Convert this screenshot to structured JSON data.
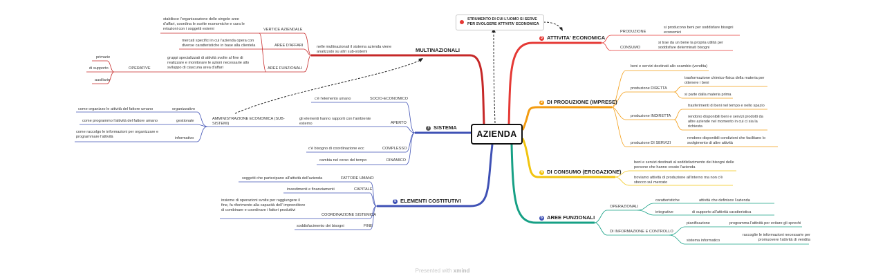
{
  "center_topic": "AZIENDA",
  "floating_topic": "STRUMENTO DI CUI L'UOMO SI SERVE PER SVOLGERE ATTIVITA' ECONOMICA",
  "footer": {
    "prefix": "Presented with",
    "brand": "xmind"
  },
  "colors": {
    "multinazionali": "#c62828",
    "sistema": "#3f51b5",
    "elementi": "#3f51b5",
    "economica": "#e53935",
    "produzione": "#f39c12",
    "consumo": "#f1c40f",
    "aree": "#16a085",
    "center_border": "#111111"
  },
  "branches": {
    "multinazionali": {
      "label": "MULTINAZIONALI",
      "desc": "nelle multinazionali il sistema azienda viene analizzato su altri sub-sistemi",
      "vertice": {
        "label": "VERTICE AZIENDALE",
        "desc": "stabilisce l'organizzazione delle singole aree d'affari, coordina le scelte economiche e cura le relazioni con i soggetti esterni"
      },
      "aree_affari": {
        "label": "AREE D'AFFARI",
        "desc": "mercati specifici in cui l'azienda opera con diverse caratteristiche in base alla clientela"
      },
      "aree_funzionali": {
        "label": "AREE FUNZIONALI",
        "desc": "gruppi specializzati di attività svolte al fine di realizzare e monitorare le azioni necessarie allo sviluppo di ciascuna area d'affari",
        "operative": {
          "label": "OPERATIVE",
          "items": [
            "primarie",
            "di supporto",
            "ausiliarie"
          ]
        }
      }
    },
    "sistema": {
      "number": "7",
      "label": "SISTEMA",
      "socio": {
        "label": "SOCIO-ECONOMICO",
        "desc": "c'è l'elemento umano"
      },
      "aperto": {
        "label": "APERTO",
        "desc": "gli elementi hanno rapporti con l'ambiente esterno"
      },
      "complesso": {
        "label": "COMPLESSO",
        "desc": "c'è bisogno di coordinazione ecc"
      },
      "dinamico": {
        "label": "DINAMICO",
        "desc": "cambia nel corso del tempo"
      },
      "amministrazione": {
        "label": "AMMINISTRAZIONE ECONOMICA (SUB-SISTEMI)",
        "items": [
          {
            "label": "organizzativo",
            "desc": "come organizzo le attività del fattore umano"
          },
          {
            "label": "gestionale",
            "desc": "come programmo l'attività del fattore umano"
          },
          {
            "label": "informativo",
            "desc": "come raccolgo le informazioni per organizzare e programmare l'attività"
          }
        ]
      }
    },
    "elementi": {
      "number": "5",
      "label": "ELEMENTI COSTITUTIVI",
      "items": [
        {
          "label": "FATTORE UMANO",
          "desc": "soggetti che partecipano all'attività dell'azienda"
        },
        {
          "label": "CAPITALE",
          "desc": "investimenti e finanziamenti"
        },
        {
          "label": "COORDINAZIONE SISTEMICA",
          "desc": "insieme di operazioni svolte per raggiungere il fine, fa riferimento alla capacità dell' imprenditore di combinare e coordinare i fattori produttivi"
        },
        {
          "label": "FINE",
          "desc": "soddisfacimento dei bisogni"
        }
      ]
    },
    "economica": {
      "number": "3",
      "label": "ATTIVITA' ECONOMICA",
      "produzione": {
        "label": "PRODUZIONE",
        "desc": "si producono beni per soddisfare bisogni economici"
      },
      "consumo": {
        "label": "CONSUMO",
        "desc": "si trae da un bene la propria utilità per soddisfare determinati bisogni"
      }
    },
    "produzione": {
      "number": "2",
      "label": "DI PRODUZIONE (IMPRESE)",
      "intro": "beni e servizi destinati allo scambio (vendita)",
      "diretta": {
        "label": "produzione DIRETTA",
        "items": [
          "trasformazione chimico-fisica della materia per ottenere i beni",
          "si parte dalla materia prima"
        ]
      },
      "indiretta": {
        "label": "produzione INDIRETTA",
        "items": [
          "trasferimenti di beni nel tempo e nello spazio",
          "rendono disponibili beni e servizi prodotti da altre aziende nel momento in cui ci sia la richiesta"
        ]
      },
      "servizi": {
        "label": "produzione DI SERVIZI",
        "desc": "rendono disponibili condizioni che facilitano lo svolgimento di altre attività"
      }
    },
    "consumo": {
      "number": "4",
      "label": "DI CONSUMO (EROGAZIONE)",
      "items": [
        "beni e servizi destinati al soddisfacimento dei bisogni delle persone che hanno creato l'azienda",
        "troviamo attività di produzione all'interno ma non c'è sbocco sul mercato"
      ]
    },
    "aree": {
      "number": "6",
      "label": "AREE FUNZIONALI",
      "operazionali": {
        "label": "OPERAZIONALI",
        "items": [
          {
            "label": "caratteristiche",
            "desc": "attività che definisce l'azienda"
          },
          {
            "label": "integrative",
            "desc": "di supporto all'attività caratteristica"
          }
        ]
      },
      "controllo": {
        "label": "DI INFORMAZIONE E CONTROLLO",
        "items": [
          {
            "label": "pianificazione",
            "desc": "programma l'attività per evitare gli sprechi"
          },
          {
            "label": "sistema informatico",
            "desc": "raccoglie le informazioni necessarie per promuovere l'attività di vendita"
          }
        ]
      }
    }
  }
}
